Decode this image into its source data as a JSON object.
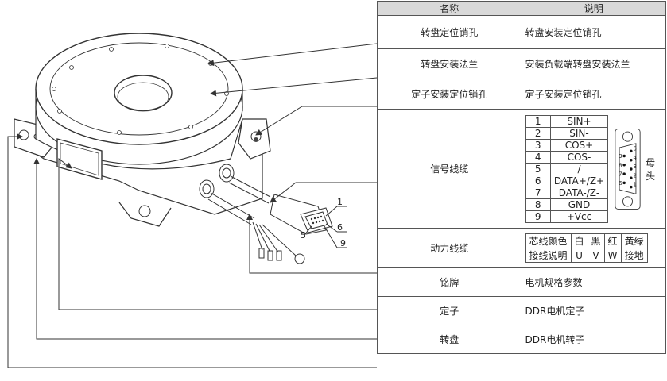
{
  "table": {
    "header": {
      "name": "名称",
      "desc": "说明"
    },
    "rows": [
      {
        "name": "转盘定位销孔",
        "desc": "转盘安装定位销孔"
      },
      {
        "name": "转盘安装法兰",
        "desc": "安装负载端转盘安装法兰"
      },
      {
        "name": "定子安装定位销孔",
        "desc": "定子安装定位销孔"
      },
      {
        "name": "信号线缆",
        "desc": ""
      },
      {
        "name": "动力线缆",
        "desc": ""
      },
      {
        "name": "铭牌",
        "desc": "电机规格参数"
      },
      {
        "name": "定子",
        "desc": "DDR电机定子"
      },
      {
        "name": "转盘",
        "desc": "DDR电机转子"
      }
    ]
  },
  "pinout": {
    "rows": [
      {
        "num": "1",
        "signal": "SIN+"
      },
      {
        "num": "2",
        "signal": "SIN-"
      },
      {
        "num": "3",
        "signal": "COS+"
      },
      {
        "num": "4",
        "signal": "COS-"
      },
      {
        "num": "5",
        "signal": "/"
      },
      {
        "num": "6",
        "signal": "DATA+/Z+"
      },
      {
        "num": "7",
        "signal": "DATA-/Z-"
      },
      {
        "num": "8",
        "signal": "GND"
      },
      {
        "num": "9",
        "signal": "+Vcc"
      }
    ],
    "connector_pins": [
      "5",
      "9",
      "4",
      "8",
      "3",
      "7",
      "2",
      "6",
      "1"
    ],
    "connector_label": "母头"
  },
  "power_wires": {
    "row1": [
      "芯线颜色",
      "白",
      "黑",
      "红",
      "黄绿"
    ],
    "row2": [
      "接线说明",
      "U",
      "V",
      "W",
      "接地"
    ]
  },
  "callouts": {
    "c1": "1",
    "c6": "6",
    "c5": "5",
    "c9": "9"
  }
}
